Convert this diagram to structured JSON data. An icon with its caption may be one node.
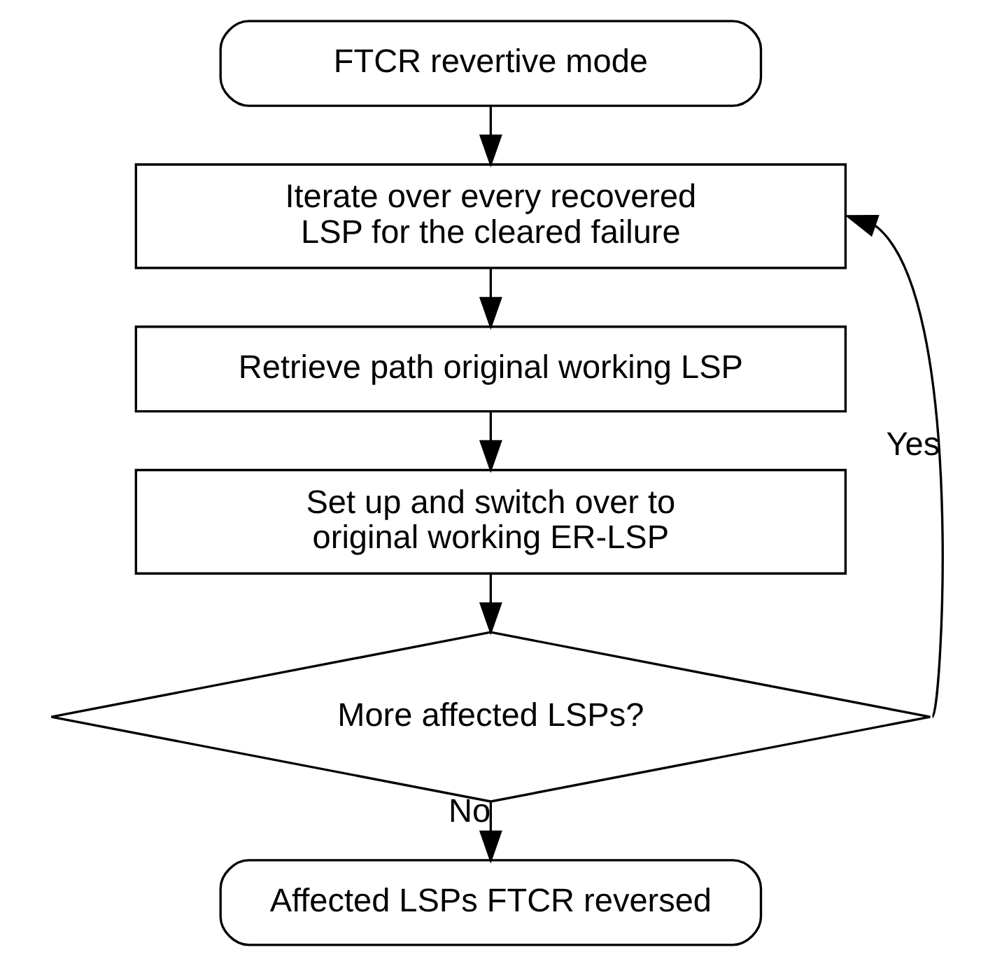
{
  "diagram": {
    "nodes": [
      {
        "text": [
          "FTCR revertive mode"
        ]
      },
      {
        "text": [
          "Iterate over every recovered LSP for the cleared failure"
        ]
      },
      {
        "text": [
          "Retrieve path original working LSP"
        ]
      },
      {
        "text": [
          "Set up and switch over to original working ER-LSP"
        ]
      },
      {
        "text": [
          "More affected LSPs?"
        ]
      },
      {
        "text": [
          "Affected LSPs FTCR reversed"
        ]
      }
    ],
    "edges": [
      {
        "from": 0,
        "to": 1,
        "arrow": "to"
      },
      {
        "from": 1,
        "to": 2,
        "arrow": "to"
      },
      {
        "from": 2,
        "to": 3,
        "arrow": "to"
      },
      {
        "from": 3,
        "to": 4,
        "arrow": "to"
      },
      {
        "from": 4,
        "to": 1,
        "arrow": "to",
        "label": "Yes"
      },
      {
        "from": 4,
        "to": 5,
        "arrow": "to",
        "label": "No"
      }
    ]
  }
}
